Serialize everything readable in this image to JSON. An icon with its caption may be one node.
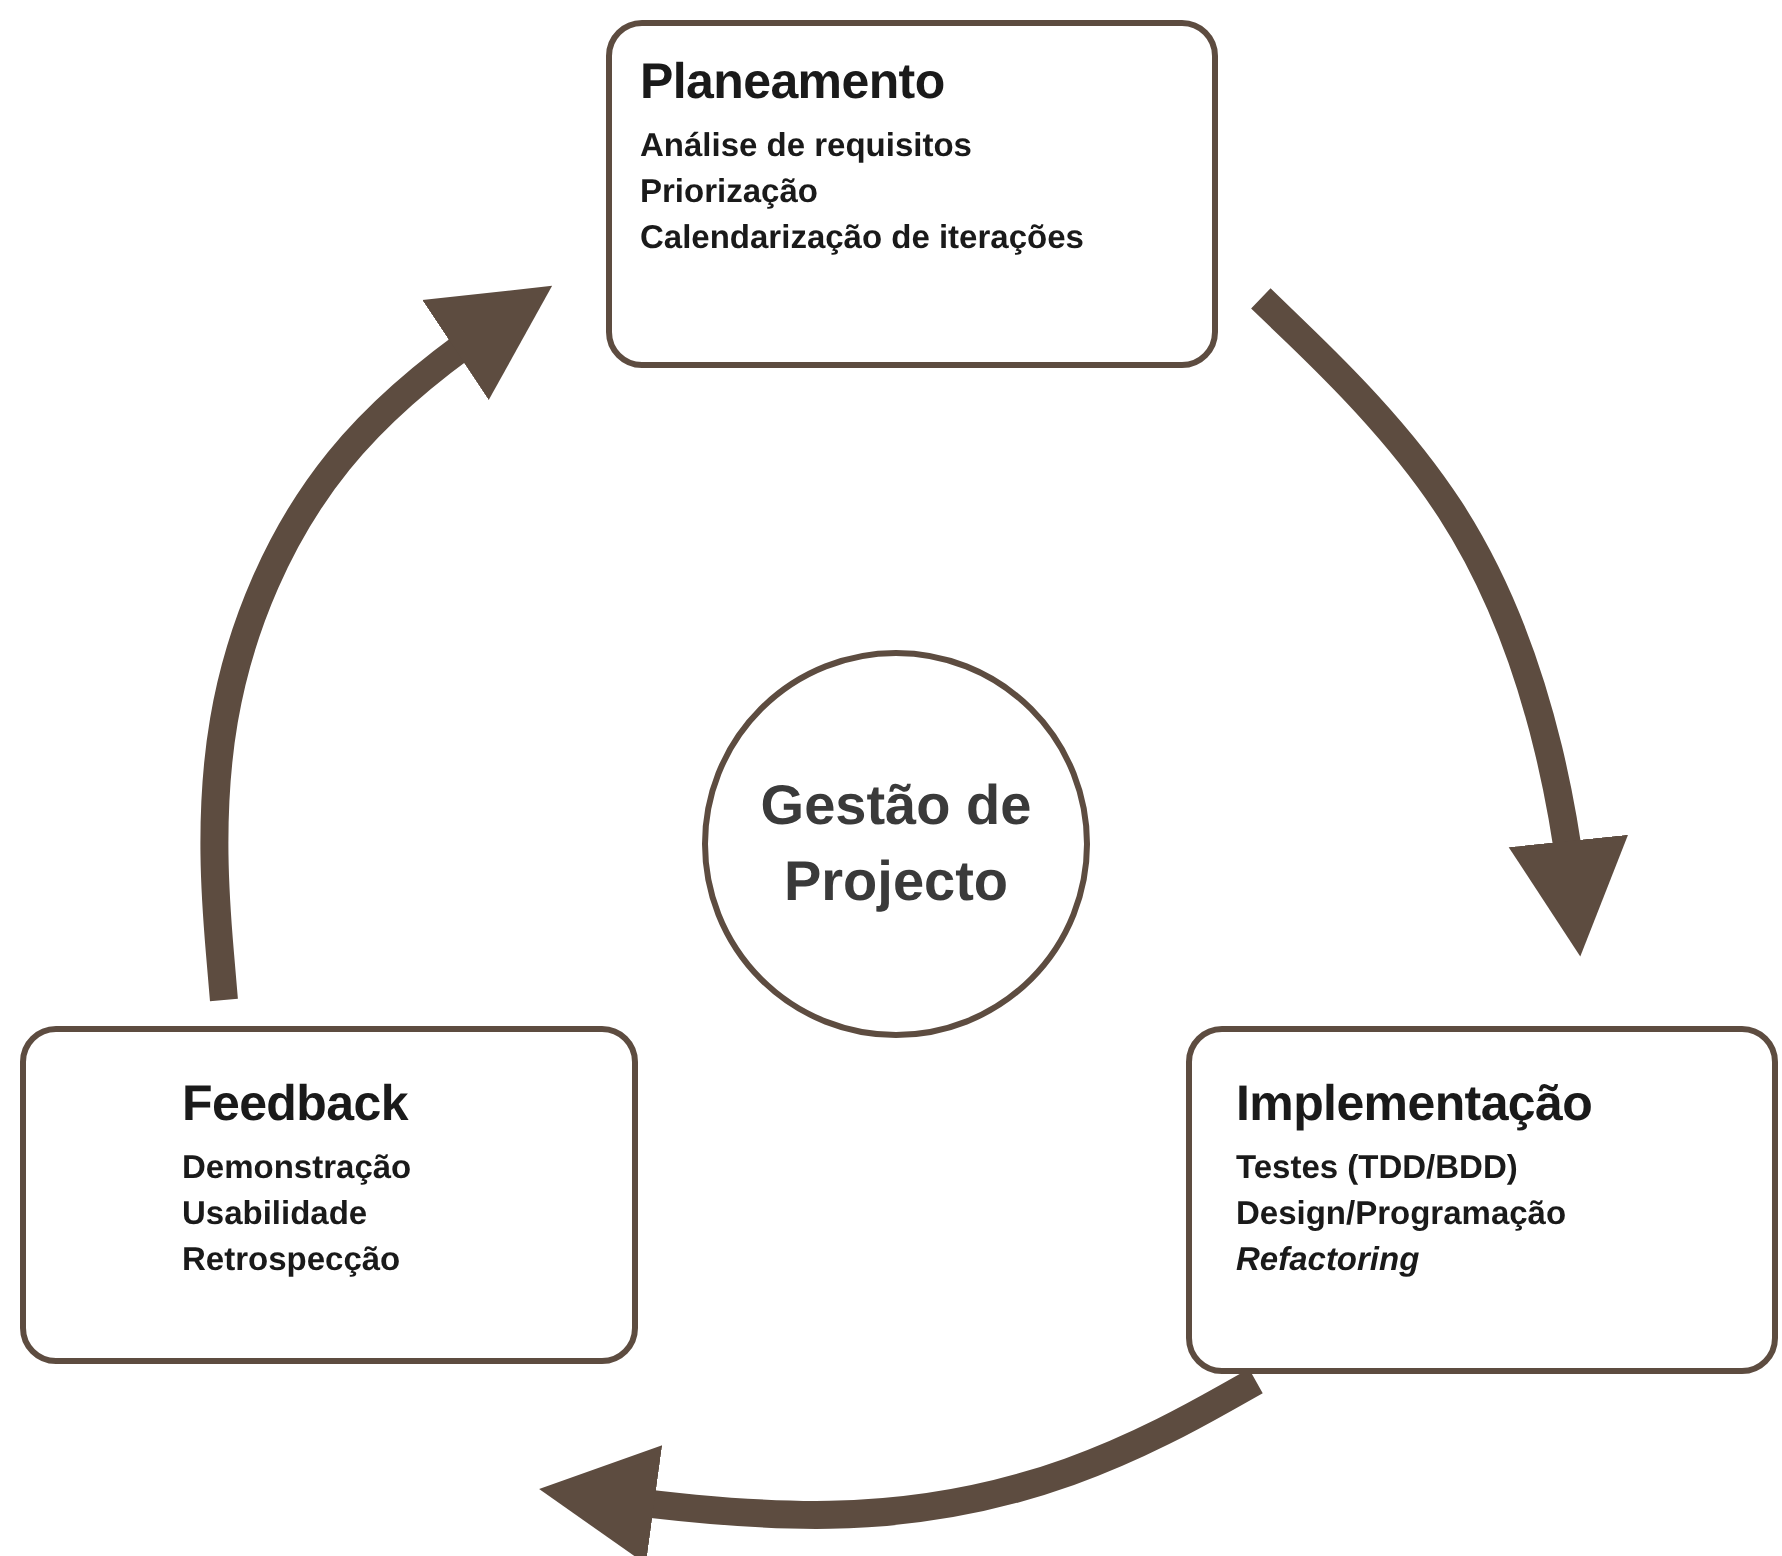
{
  "diagram": {
    "nodes": [
      {
        "text": [
          "Planeamento",
          "Análise de requisitos",
          "Priorização",
          "Calendarização de iterações"
        ]
      },
      {
        "text": [
          "Gestão de Projecto"
        ]
      },
      {
        "text": [
          "Feedback",
          "Demonstração",
          "Usabilidade",
          "Retrospecção"
        ]
      },
      {
        "text": [
          "Implementação",
          "Testes (TDD/BDD)",
          "Design/Programação",
          "*Refactoring*"
        ]
      }
    ],
    "edges": [
      {
        "from": 0,
        "to": 3,
        "arrow": "to"
      },
      {
        "from": 3,
        "to": 2,
        "arrow": "to"
      },
      {
        "from": 2,
        "to": 0,
        "arrow": "to"
      }
    ]
  }
}
